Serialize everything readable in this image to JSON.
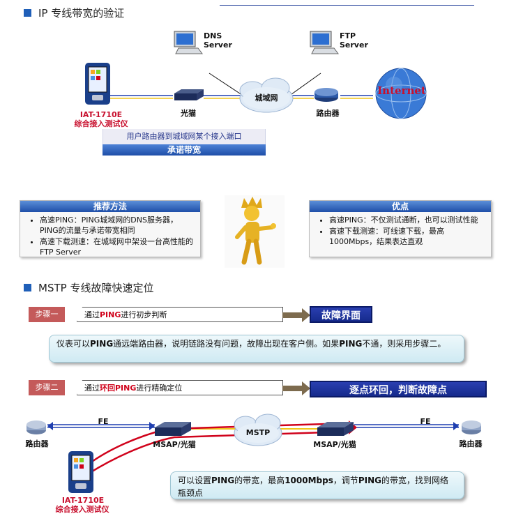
{
  "section1": {
    "title": "IP 专线带宽的验证"
  },
  "section2": {
    "title": "MSTP 专线故障快速定位"
  },
  "top_diagram": {
    "dns_label": "DNS\nServer",
    "ftp_label": "FTP\nServer",
    "cloud_label": "城域网",
    "modem_label": "光猫",
    "router_label": "路由器",
    "internet_label": "Internet",
    "device_model": "IAT-1710E",
    "device_name": "综合接入测试仪",
    "caption": "用户路由器到城域网某个接入端口",
    "commit_label": "承诺带宽"
  },
  "methods": {
    "title": "推荐方法",
    "items": [
      "高速PING：PING城域网的DNS服务器，PING的流量与承诺带宽相同",
      "高速下载测速：在城域网中架设一台高性能的FTP Server"
    ]
  },
  "advantages": {
    "title": "优点",
    "items": [
      "高速PING：不仅测试通断，也可以测试性能",
      "高速下载测速：可线速下载，最高1000Mbps，结果表达直观"
    ]
  },
  "step1": {
    "tag": "步骤一",
    "text_prefix": "通过",
    "text_highlight": "PING",
    "text_suffix": "进行初步判断",
    "result": "故障界面"
  },
  "note1": {
    "pre": "仪表可以",
    "b1": "PING",
    "mid": "通远端路由器，说明链路没有问题，故障出现在客户侧。如果",
    "b2": "PING",
    "post": "不通，则采用步骤二。"
  },
  "step2": {
    "tag": "步骤二",
    "text_prefix": "通过",
    "text_highlight": "环回PING",
    "text_suffix": "进行精确定位",
    "result": "逐点环回，判断故障点"
  },
  "bottom_diagram": {
    "left_router": "路由器",
    "right_router": "路由器",
    "fe_left": "FE",
    "fe_right": "FE",
    "msap_left": "MSAP/光猫",
    "msap_right": "MSAP/光猫",
    "cloud_label": "MSTP",
    "device_model": "IAT-1710E",
    "device_name": "综合接入测试仪"
  },
  "note2": {
    "pre": "可以设置",
    "b1": "PING",
    "mid1": "的带宽，最高",
    "b2": "1000Mbps",
    "mid2": "，调节",
    "b3": "PING",
    "post": "的带宽，找到网络瓶颈点"
  },
  "colors": {
    "accent": "#1f4fa8",
    "highlight": "#d0021b",
    "step_tag": "#c45a5a"
  }
}
